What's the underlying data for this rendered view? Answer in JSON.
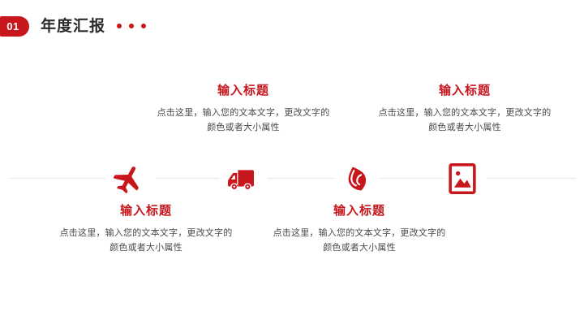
{
  "header": {
    "badge_number": "01",
    "title": "年度汇报",
    "dots_count": 3,
    "accent_color": "#c8161d",
    "title_color": "#2b2b2b"
  },
  "timeline": {
    "line_color": "#e9e9e9",
    "icons": [
      {
        "name": "airplane-icon",
        "label": "airplane"
      },
      {
        "name": "truck-icon",
        "label": "delivery-truck"
      },
      {
        "name": "leaf-icon",
        "label": "leaf"
      },
      {
        "name": "picture-icon",
        "label": "image-frame"
      }
    ]
  },
  "blocks": [
    {
      "id": "block-1",
      "position": "bottom",
      "title": "输入标题",
      "body_line1": "点击这里，输入您的文本文字，更改文字的",
      "body_line2": "颜色或者大小属性",
      "title_color": "#c8161d",
      "body_color": "#4a4a4a"
    },
    {
      "id": "block-2",
      "position": "top",
      "title": "输入标题",
      "body_line1": "点击这里，输入您的文本文字，更改文字的",
      "body_line2": "颜色或者大小属性",
      "title_color": "#c8161d",
      "body_color": "#4a4a4a"
    },
    {
      "id": "block-3",
      "position": "bottom",
      "title": "输入标题",
      "body_line1": "点击这里，输入您的文本文字，更改文字的",
      "body_line2": "颜色或者大小属性",
      "title_color": "#c8161d",
      "body_color": "#4a4a4a"
    },
    {
      "id": "block-4",
      "position": "top",
      "title": "输入标题",
      "body_line1": "点击这里，输入您的文本文字，更改文字的",
      "body_line2": "颜色或者大小属性",
      "title_color": "#c8161d",
      "body_color": "#4a4a4a"
    }
  ]
}
